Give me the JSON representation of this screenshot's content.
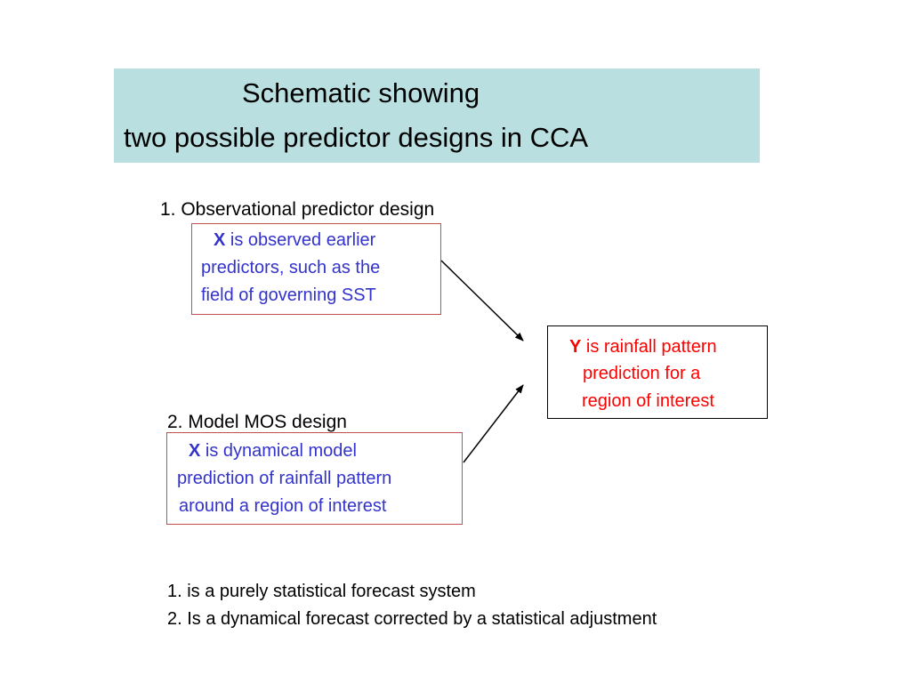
{
  "title": {
    "line1": "Schematic showing",
    "line2": "two possible predictor designs in CCA"
  },
  "design1": {
    "heading": "1. Observational predictor design",
    "symbol": "X",
    "line1_rest": " is observed earlier",
    "line2": "predictors, such as the",
    "line3": "field of governing SST"
  },
  "design2": {
    "heading": "2. Model MOS design",
    "symbol": "X",
    "line1_rest": " is dynamical model",
    "line2": "prediction of rainfall pattern",
    "line3": "around a region of interest"
  },
  "target": {
    "symbol": "Y",
    "line1_rest": " is rainfall pattern",
    "line2": "prediction for a",
    "line3": "region of interest"
  },
  "notes": [
    "1. is a purely statistical forecast system",
    "2. Is a dynamical forecast corrected by a statistical adjustment"
  ],
  "colors": {
    "title_background": "#b9dfe1",
    "predictor_text": "#3333cc",
    "predictand_text": "#ff0000",
    "predictor_border": "#c0504d"
  }
}
